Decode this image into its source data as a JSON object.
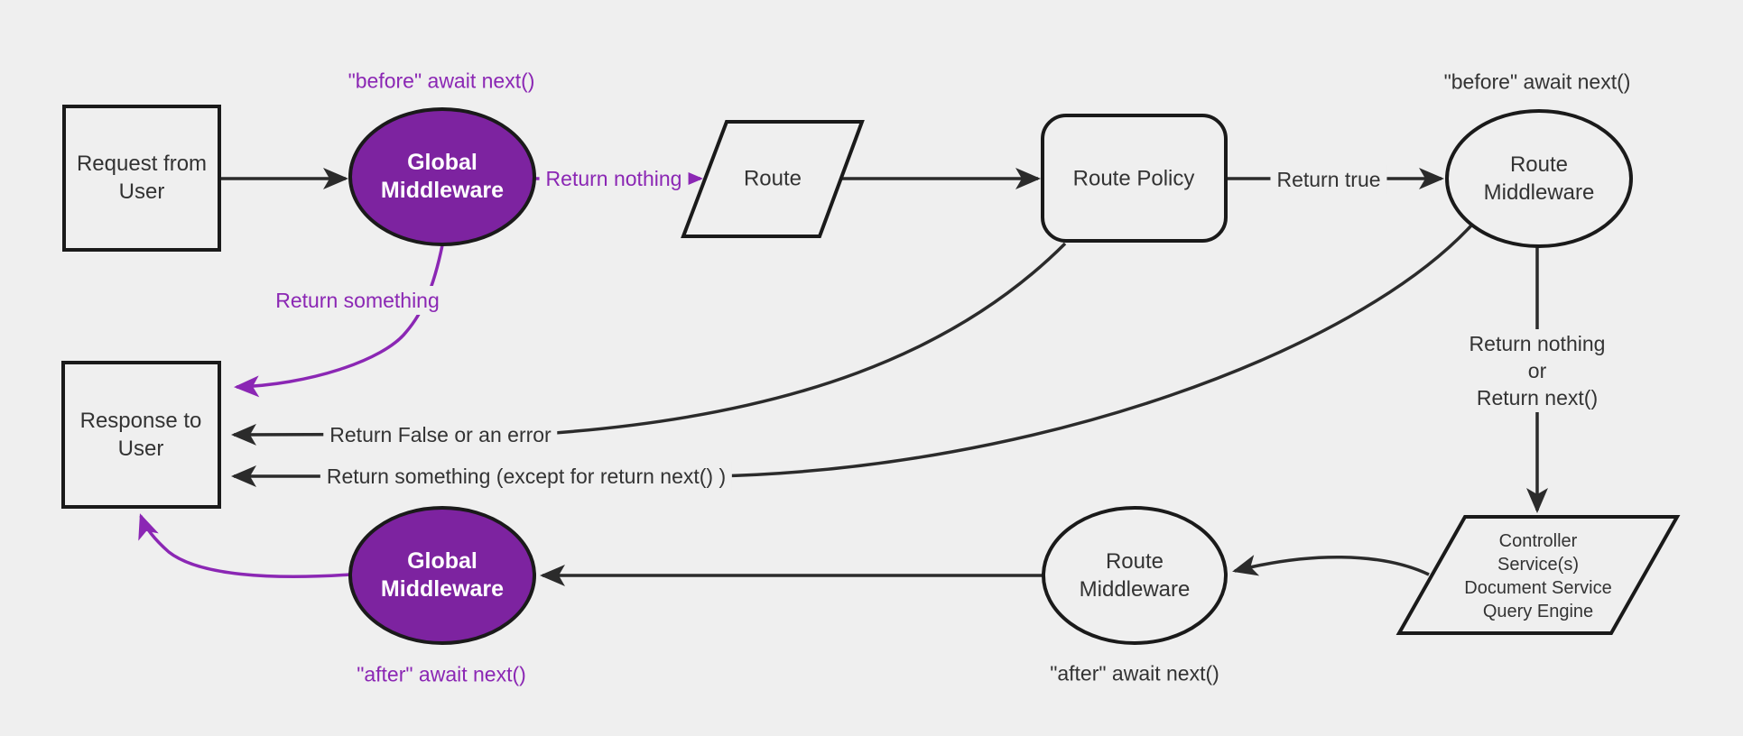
{
  "nodes": {
    "request": "Request from\nUser",
    "global_middleware_top": "Global\nMiddleware",
    "route": "Route",
    "route_policy": "Route Policy",
    "route_middleware_top": "Route\nMiddleware",
    "response": "Response to\nUser",
    "global_middleware_bottom": "Global\nMiddleware",
    "route_middleware_bottom": "Route\nMiddleware",
    "controller": "Controller\nService(s)\nDocument Service\nQuery Engine"
  },
  "edge_labels": {
    "return_nothing_top": "Return nothing",
    "return_true": "Return true",
    "return_nothing_or_next": "Return nothing\nor\nReturn next()",
    "return_false_or_error": "Return False or an error",
    "return_something_except": "Return something (except for return next() )",
    "return_something": "Return something"
  },
  "annotations": {
    "before_await_next_global": "\"before\" await next()",
    "before_await_next_route": "\"before\" await next()",
    "after_await_next_global": "\"after\" await next()",
    "after_await_next_route": "\"after\" await next()"
  },
  "colors": {
    "background": "#efefef",
    "purple_fill": "#7d23a0",
    "purple_accent": "#8b27b4",
    "node_border": "#1a1a1a",
    "edge_line": "#2b2b2b",
    "text": "#333333",
    "text_on_purple": "#ffffff"
  }
}
